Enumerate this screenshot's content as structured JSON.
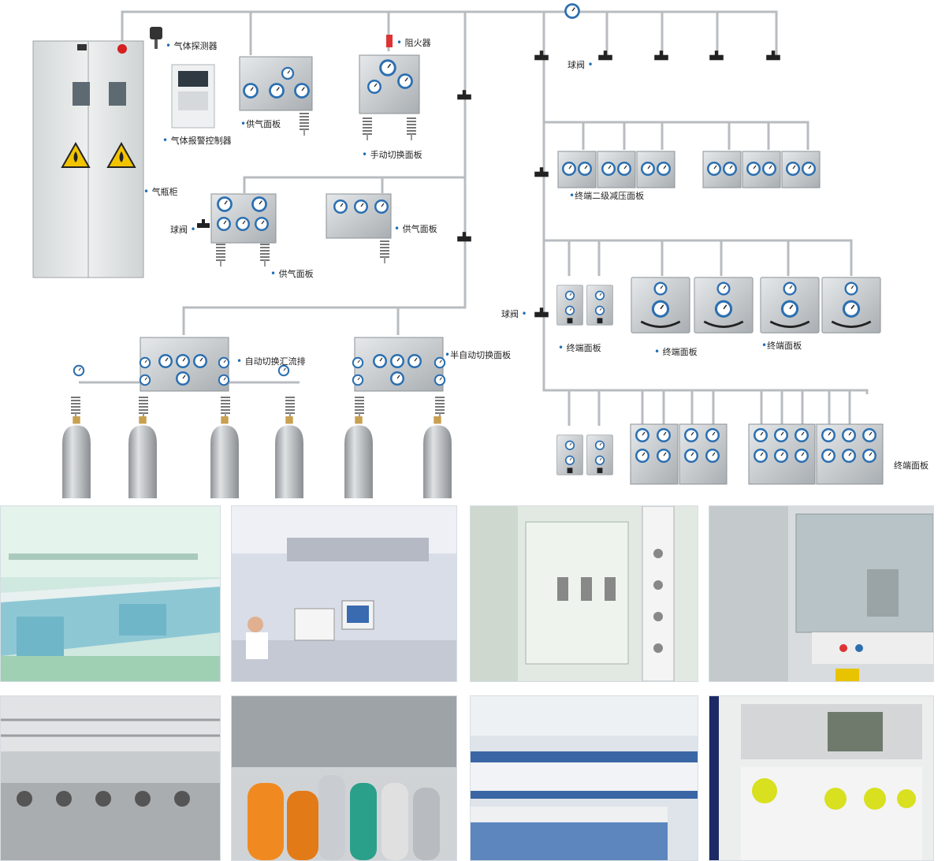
{
  "labels": {
    "gas_detector": "气体探测器",
    "alarm_controller": "气体报警控制器",
    "cylinder_cabinet": "气瓶柜",
    "supply_panel_1": "供气面板",
    "flame_arrester": "阻火器",
    "manual_switch_panel": "手动切换面板",
    "ball_valve_1": "球阀",
    "supply_panel_2": "供气面板",
    "supply_panel_3": "供气面板",
    "auto_manifold": "自动切换汇流排",
    "semi_auto_panel": "半自动切换面板",
    "ball_valve_top": "球阀",
    "secondary_reduce_panel": "终端二级减压面板",
    "ball_valve_mid": "球阀",
    "terminal_panel_1": "终端面板",
    "terminal_panel_2": "终端面板",
    "terminal_panel_3": "终端面板",
    "terminal_panel_4": "终端面板"
  },
  "colors": {
    "pipe": "#b8bcc0",
    "panel": "#c9ced2",
    "gauge_blue": "#2c6fb0",
    "cabinet": "#e3e6e6",
    "cylinder": "#b9bcbf",
    "warning_yellow": "#f2c400",
    "bullet_blue": "#1f6fb5"
  },
  "icons": {
    "gauge": "pressure-gauge-icon",
    "valve": "ball-valve-icon",
    "warning": "flammable-warning-icon"
  }
}
